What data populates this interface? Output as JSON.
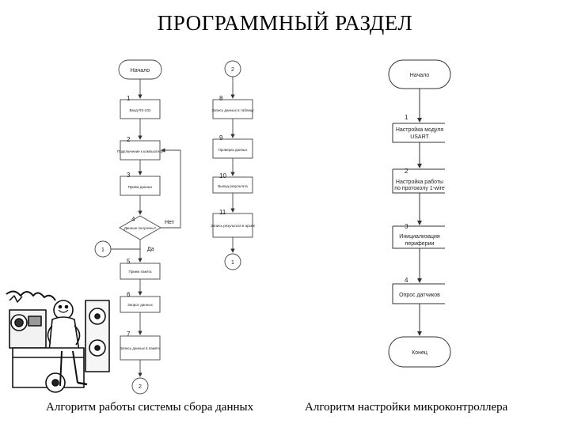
{
  "title": "ПРОГРАММНЫЙ РАЗДЕЛ",
  "captions": {
    "left": "Алгоритм работы системы сбора данных",
    "right": "Алгоритм настройки микроконтроллера"
  },
  "left_flow": {
    "start": "Начало",
    "blocks": [
      {
        "num": "1",
        "text": "Ввод RS-232"
      },
      {
        "num": "2",
        "text": "Подключение к компьютеру"
      },
      {
        "num": "3",
        "text": "Прием данных"
      },
      {
        "num": "4",
        "text": "Данные получены?"
      },
      {
        "num": "5",
        "text": "Прием пакета"
      },
      {
        "num": "6",
        "text": "Запрос данных"
      },
      {
        "num": "7",
        "text": "Запись данных в память"
      }
    ],
    "yes": "Да",
    "no": "Нет",
    "connector_1": "1",
    "connector_2": "2"
  },
  "middle_flow": {
    "connector_top": "2",
    "blocks": [
      {
        "num": "8",
        "text": "Запись данных в таблицу"
      },
      {
        "num": "9",
        "text": "Проверка данных"
      },
      {
        "num": "10",
        "text": "Вывод результата"
      },
      {
        "num": "11",
        "text": "Запись результата в архив"
      }
    ],
    "connector_bottom": "1"
  },
  "right_flow": {
    "start": "Начало",
    "blocks": [
      {
        "num": "1",
        "line1": "Настройка модуля",
        "line2": "USART"
      },
      {
        "num": "2",
        "line1": "Настройка работы",
        "line2": "по протоколу 1-wire"
      },
      {
        "num": "3",
        "line1": "Инициализация",
        "line2": "периферии"
      },
      {
        "num": "4",
        "line1": "Опрос датчиков",
        "line2": ""
      }
    ],
    "end": "Конец"
  },
  "illustration": "robot-technician-cartoon"
}
